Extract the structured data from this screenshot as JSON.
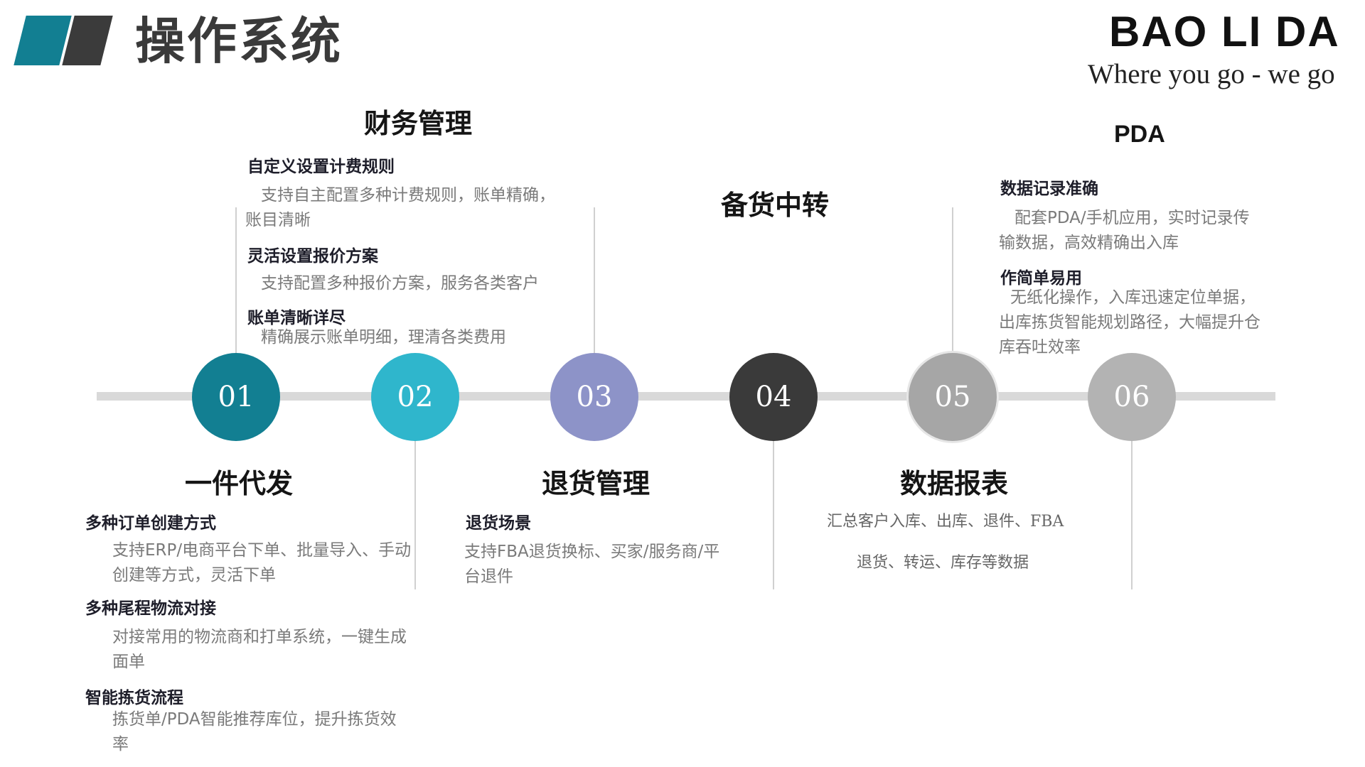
{
  "header": {
    "title": "操作系统",
    "brand_name": "BAO LI DA",
    "brand_slogan": "Where you go - we go"
  },
  "colors": {
    "teal_dark": "#127f92",
    "teal_light": "#2fb6cc",
    "lavender": "#8d93c8",
    "charcoal": "#3a3a3a",
    "gray": "#a6a6a6",
    "gray_light": "#b3b3b3"
  },
  "steps": [
    {
      "num": "01"
    },
    {
      "num": "02"
    },
    {
      "num": "03"
    },
    {
      "num": "04"
    },
    {
      "num": "05"
    },
    {
      "num": "06"
    }
  ],
  "sections": {
    "s1": {
      "title": "一件代发",
      "items": [
        {
          "title": "多种订单创建方式",
          "desc": "支持ERP/电商平台下单、批量导入、手动创建等方式，灵活下单"
        },
        {
          "title": "多种尾程物流对接",
          "desc": "对接常用的物流商和打单系统，一键生成面单"
        },
        {
          "title": "智能拣货流程",
          "desc": "拣货单/PDA智能推荐库位，提升拣货效率"
        }
      ]
    },
    "s2": {
      "title": "财务管理",
      "items": [
        {
          "title": "自定义设置计费规则",
          "desc": "支持自主配置多种计费规则，账单精确，账目清晰"
        },
        {
          "title": "灵活设置报价方案",
          "desc": "支持配置多种报价方案，服务各类客户"
        },
        {
          "title": "账单清晰详尽",
          "desc": "精确展示账单明细，理清各类费用"
        }
      ]
    },
    "s3": {
      "title": "退货管理",
      "items": [
        {
          "title": "退货场景",
          "desc": "支持FBA退货换标、买家/服务商/平台退件"
        }
      ]
    },
    "s4": {
      "title": "备货中转"
    },
    "s5": {
      "title": "数据报表",
      "lines": [
        "汇总客户入库、出库、退件、FBA",
        "退货、转运、库存等数据"
      ]
    },
    "s6": {
      "title": "PDA",
      "items": [
        {
          "title": "数据记录准确",
          "desc": "配套PDA/手机应用，实时记录传输数据，高效精确出入库"
        },
        {
          "title": "作简单易用",
          "desc": "无纸化操作，入库迅速定位单据，出库拣货智能规划路径，大幅提升仓库吞吐效率"
        }
      ]
    }
  }
}
